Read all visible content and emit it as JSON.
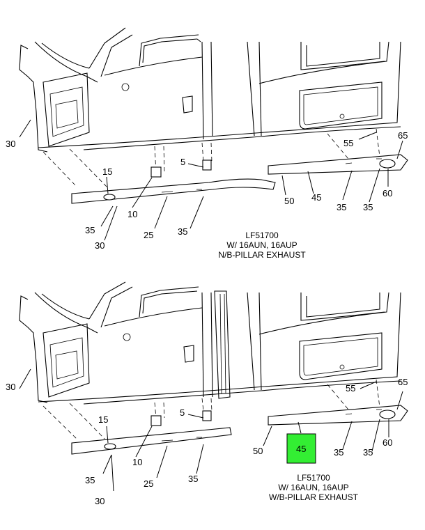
{
  "diagram_1": {
    "callouts": [
      "30",
      "15",
      "10",
      "5",
      "25",
      "35",
      "35",
      "30",
      "55",
      "65",
      "50",
      "45",
      "35",
      "35",
      "60"
    ],
    "caption": [
      "LF51700",
      "W/ 16AUN, 16AUP",
      "N/B-PILLAR EXHAUST"
    ]
  },
  "diagram_2": {
    "callouts": [
      "30",
      "15",
      "10",
      "5",
      "25",
      "35",
      "35",
      "30",
      "55",
      "65",
      "50",
      "45",
      "35",
      "35",
      "60"
    ],
    "caption": [
      "LF51700",
      "W/ 16AUN, 16AUP",
      "W/B-PILLAR EXHAUST"
    ],
    "highlight_color": "#33ee33"
  }
}
